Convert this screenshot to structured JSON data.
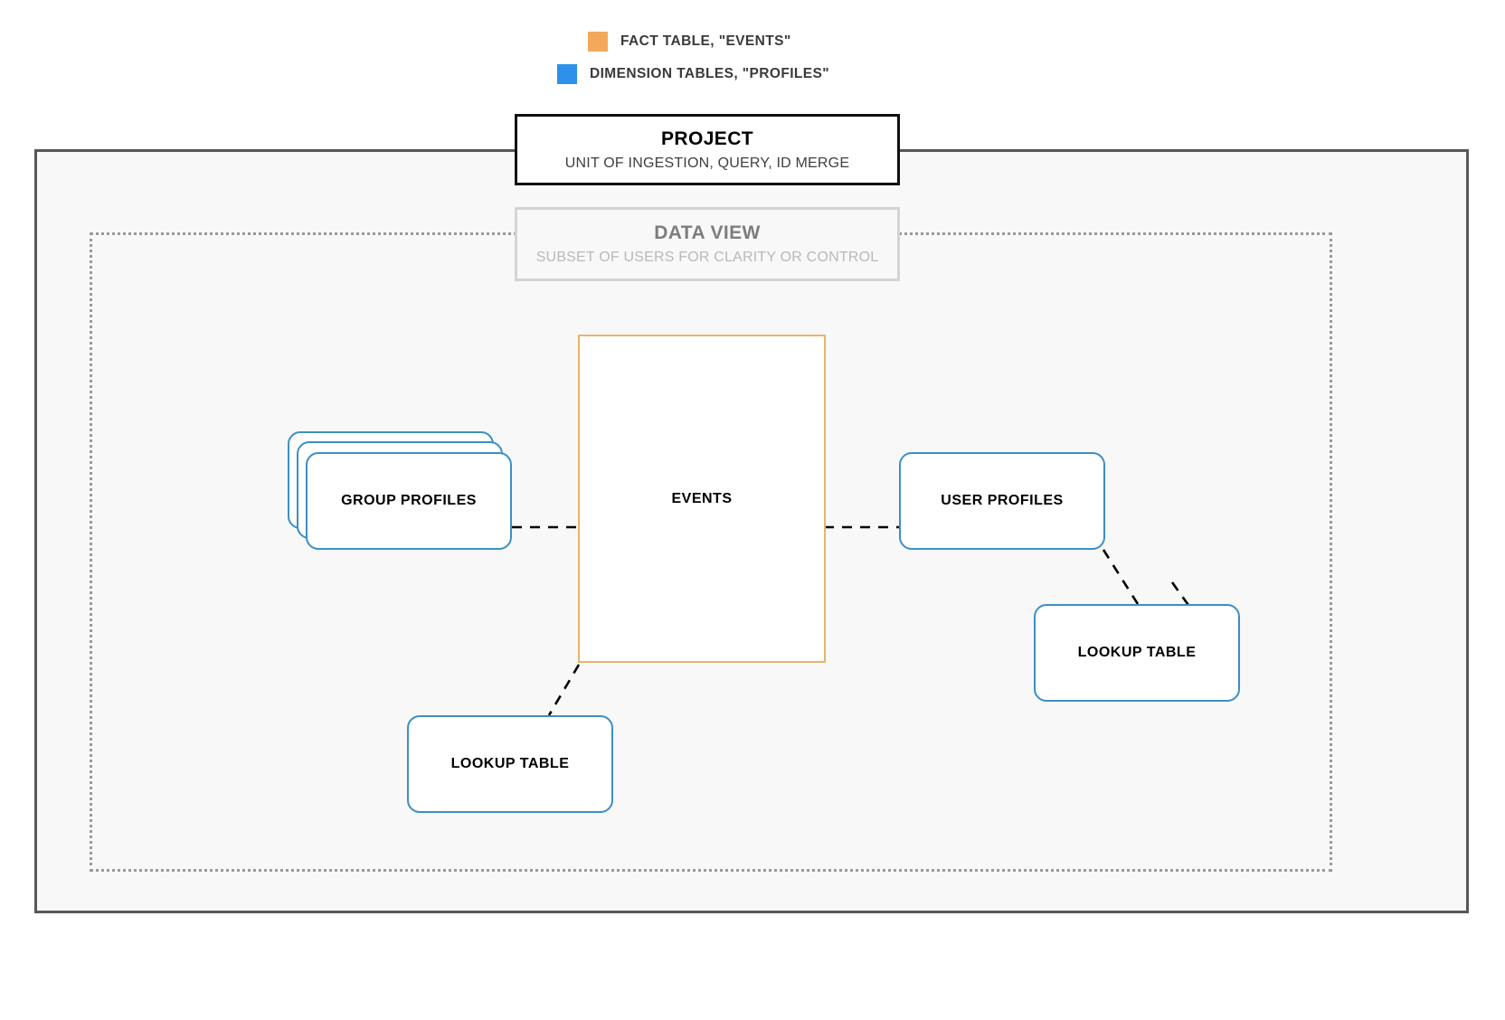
{
  "legend": {
    "items": [
      {
        "label": "FACT TABLE, \"EVENTS\"",
        "color": "#f2a95c",
        "icon": "square-swatch-icon"
      },
      {
        "label": "DIMENSION TABLES, \"PROFILES\"",
        "color": "#2e90ea",
        "icon": "square-swatch-icon"
      }
    ]
  },
  "project": {
    "title": "PROJECT",
    "subtitle": "UNIT OF INGESTION, QUERY, ID MERGE",
    "border_color": "#111111"
  },
  "data_view": {
    "title": "DATA VIEW",
    "subtitle": "SUBSET OF USERS FOR CLARITY OR CONTROL",
    "border_color": "#d4d4d4"
  },
  "nodes": {
    "events": {
      "label": "EVENTS",
      "color": "#e8b46a"
    },
    "group_profiles": {
      "label": "GROUP PROFILES",
      "color": "#3d8fc4",
      "stacked": 3
    },
    "user_profiles": {
      "label": "USER PROFILES",
      "color": "#3d8fc4"
    },
    "lookup_right": {
      "label": "LOOKUP TABLE",
      "color": "#3d8fc4"
    },
    "lookup_left": {
      "label": "LOOKUP TABLE",
      "color": "#3d8fc4"
    }
  },
  "connectors": {
    "style": "dashed",
    "color": "#000000",
    "edges": [
      {
        "from": "group_profiles",
        "to": "events"
      },
      {
        "from": "events",
        "to": "user_profiles"
      },
      {
        "from": "user_profiles",
        "to": "lookup_right"
      },
      {
        "from": "events",
        "to": "lookup_left"
      }
    ]
  },
  "frames": {
    "project_frame_color": "#585858",
    "data_view_frame_color": "#9a9a9a",
    "canvas_fill": "#f8f8f8"
  }
}
